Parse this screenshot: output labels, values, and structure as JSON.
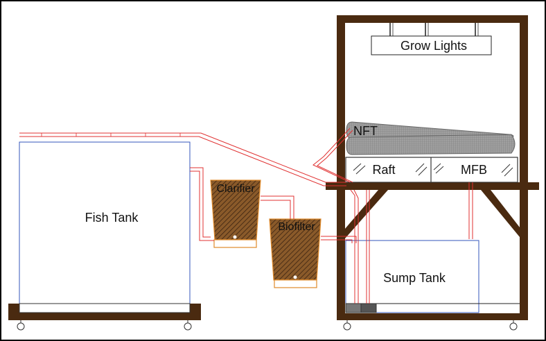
{
  "labels": {
    "grow_lights": "Grow Lights",
    "nft": "NFT",
    "raft": "Raft",
    "mfb": "MFB",
    "fish_tank": "Fish Tank",
    "clarifier": "Clarifier",
    "biofilter": "Biofilter",
    "sump_tank": "Sump Tank"
  },
  "colors": {
    "wood": "#4a2a10",
    "pipe": "#e03030",
    "tank_outline": "#3355bb",
    "filter_fill": "#8a5a2a",
    "filter_outline": "#e08a2a",
    "nft_fill": "#9a9a9a",
    "pump": "#666666"
  }
}
